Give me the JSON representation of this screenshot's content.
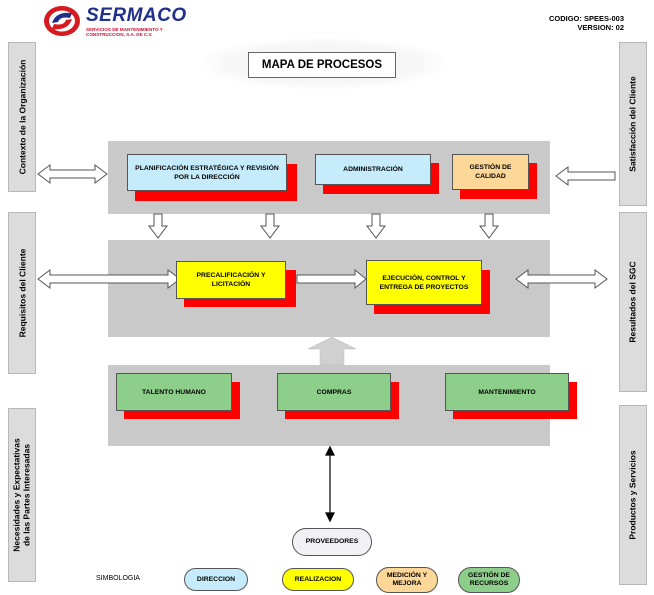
{
  "header": {
    "logo_word": "SERMACO",
    "logo_subtitle": "SERVICIOS DE MANTENIMIENTO Y CONSTRUCCION, S.A. DE C.V.",
    "codigo": "CODIGO: SPEES-003",
    "version": "VERSION: 02",
    "title": "MAPA DE PROCESOS"
  },
  "left_panels": [
    {
      "label": "Contexto de la Organización"
    },
    {
      "label": "Requisitos del Cliente"
    },
    {
      "label_line1": "Necesidades y Expectativas",
      "label_line2": "de las Partes Interesadas"
    }
  ],
  "right_panels": [
    {
      "label": "Satisfacción del Cliente"
    },
    {
      "label": "Resultados del SGC"
    },
    {
      "label": "Productos y Servicios"
    }
  ],
  "direccion_processes": [
    {
      "label": "PLANIFICACIÓN ESTRATÉGICA Y REVISIÓN POR LA DIRECCIÓN"
    },
    {
      "label": "ADMINISTRACIÓN"
    },
    {
      "label": "GESTIÓN DE CALIDAD"
    }
  ],
  "realizacion_processes": [
    {
      "label": "PRECALIFICACIÓN Y LICITACIÓN"
    },
    {
      "label": "EJECUCIÓN, CONTROL Y ENTREGA DE PROYECTOS"
    }
  ],
  "recursos_processes": [
    {
      "label": "TALENTO HUMANO"
    },
    {
      "label": "COMPRAS"
    },
    {
      "label": "MANTENIMIENTO"
    }
  ],
  "proveedores": "PROVEEDORES",
  "legend": {
    "title": "SIMBOLOGIA",
    "items": [
      {
        "label": "DIRECCION",
        "color": "#c6ecfb"
      },
      {
        "label": "REALIZACION",
        "color": "#ffff00"
      },
      {
        "label": "MEDICIÓN Y MEJORA",
        "color": "#fcd797"
      },
      {
        "label": "GESTIÓN DE RECURSOS",
        "color": "#8ece8b"
      }
    ]
  },
  "colors": {
    "shadow": "#ff0000",
    "panel": "#c9c9c9",
    "side_panel": "#dcdcdc"
  }
}
